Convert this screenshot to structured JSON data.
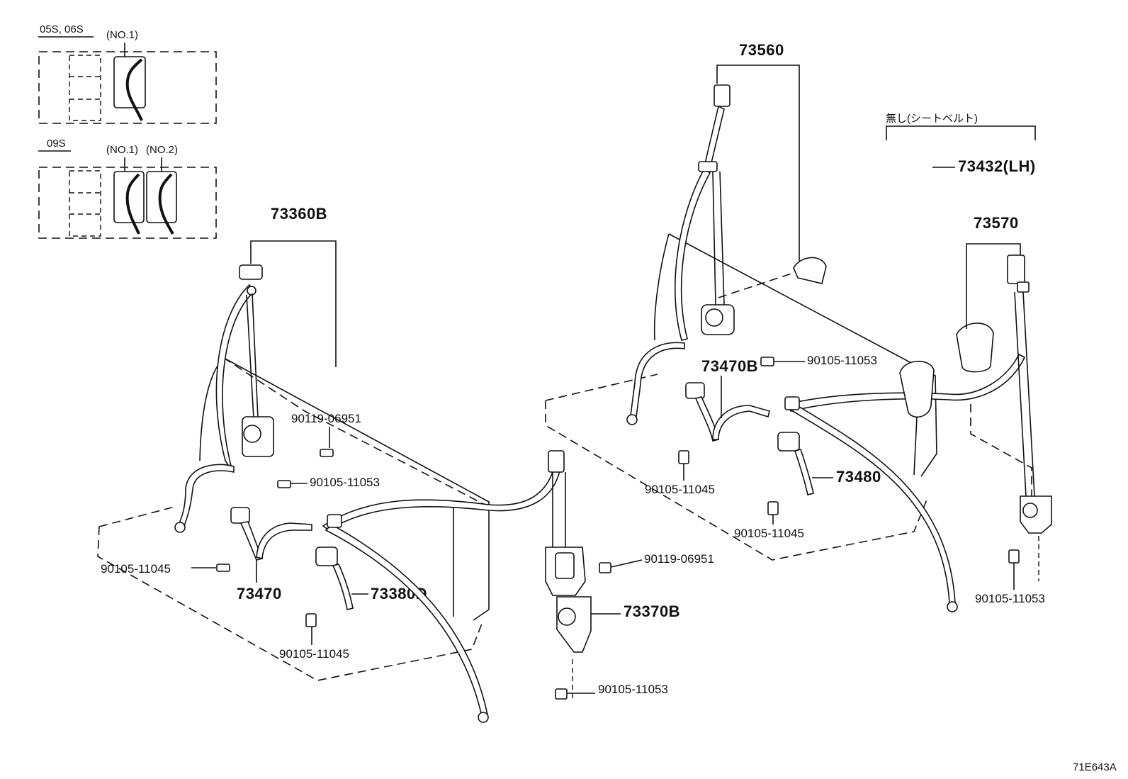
{
  "insets": {
    "inset1": {
      "variant": "05S, 06S",
      "callout": "(NO.1)"
    },
    "inset2": {
      "variant": "09S",
      "callout1": "(NO.1)",
      "callout2": "(NO.2)"
    }
  },
  "parts": {
    "p73360B": "73360B",
    "p73560": "73560",
    "p73570": "73570",
    "p73432": "73432(LH)",
    "no_seatbelt_note": "無し(シートベルト)",
    "p73470B": "73470B",
    "p73480": "73480",
    "p73470": "73470",
    "p73380D": "73380D",
    "p73370B": "73370B"
  },
  "fasteners": {
    "f_06951_left": "90119-06951",
    "f_11053_left": "90105-11053",
    "f_11045_left": "90105-11045",
    "f_11045_bottom": "90105-11045",
    "f_06951_center": "90119-06951",
    "f_11053_center": "90105-11053",
    "f_11053_right_top": "90105-11053",
    "f_11045_right1": "90105-11045",
    "f_11045_right2": "90105-11045",
    "f_11053_far_right": "90105-11053"
  },
  "diagram_code": "71E643A"
}
